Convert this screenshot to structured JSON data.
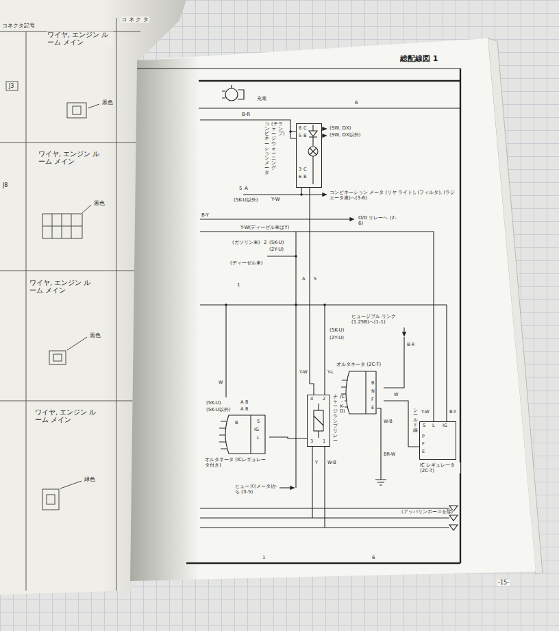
{
  "diagram": {
    "title": "総配線図 1",
    "nodes": [
      {
        "text": [
          "コンビネーション メータ",
          "(チャージ ウォーニング",
          "ランプ)"
        ]
      },
      {
        "text": [
          "オルタネータ (2C-T)"
        ]
      },
      {
        "text": [
          "チャージ ランプ リレー",
          "(C-K-D)"
        ]
      },
      {
        "text": [
          "オルタネータ (ICレギュレータ付き)"
        ]
      },
      {
        "text": [
          "IC レギュレータ (2C-T)"
        ]
      }
    ],
    "edges": [
      {
        "from": 0,
        "to": 2,
        "arrow": "none"
      },
      {
        "from": 3,
        "to": 2,
        "arrow": "none"
      },
      {
        "from": 1,
        "to": 4,
        "arrow": "none"
      }
    ],
    "labels": [
      "コネクタ記号",
      "コ ネ ク タ",
      "ワイヤ, エンジン ルーム メイン",
      "J3",
      "黒色",
      "ワイヤ, エンジン ルーム メイン",
      "J8",
      "黒色",
      "ワイヤ, エンジン ルーム メイン",
      "黒色",
      "ワイヤ, エンジン ルーム メイン",
      "緑色",
      "充電",
      "6",
      "B-R",
      "8",
      "C",
      "5",
      "B",
      "3",
      "C",
      "6",
      "B",
      "(SW, DX)",
      "(SW, DX以外)",
      "Y-W",
      "5",
      "A",
      "(5K-U以外)",
      "コンビネーション メータ (リヤ ライト), (フィルタ), (ラジエータ液)へ(3-6)",
      "B-Y",
      "O/D リレーへ (2-6)",
      "Y-W(ディーゼル車はY)",
      "(ガソリン車)",
      "2",
      "(5K-U)",
      "(2Y-U)",
      "(ディーゼル車)",
      "1",
      "(5K-U)",
      "(2Y-U)",
      "ヒュージブル リンク (1.25B)へ(1-1)",
      "B-R",
      "B",
      "N",
      "F",
      "E",
      "W",
      "W-B",
      "BR-W",
      "シールド線",
      "S",
      "L",
      "IG",
      "P",
      "F",
      "E",
      "Y-W",
      "B-Y",
      "(5K-U)",
      "(5K-U以外)",
      "A",
      "B",
      "A",
      "B",
      "B",
      "S",
      "IG",
      "L",
      "W",
      "Y-W",
      "Y-L",
      "4",
      "2",
      "3",
      "1",
      "Y",
      "W-B",
      "ヒューズ(メータ)から (3-5)",
      "(アッパリンホースを除)",
      "1",
      "6",
      "-15-",
      "A",
      "5"
    ]
  }
}
